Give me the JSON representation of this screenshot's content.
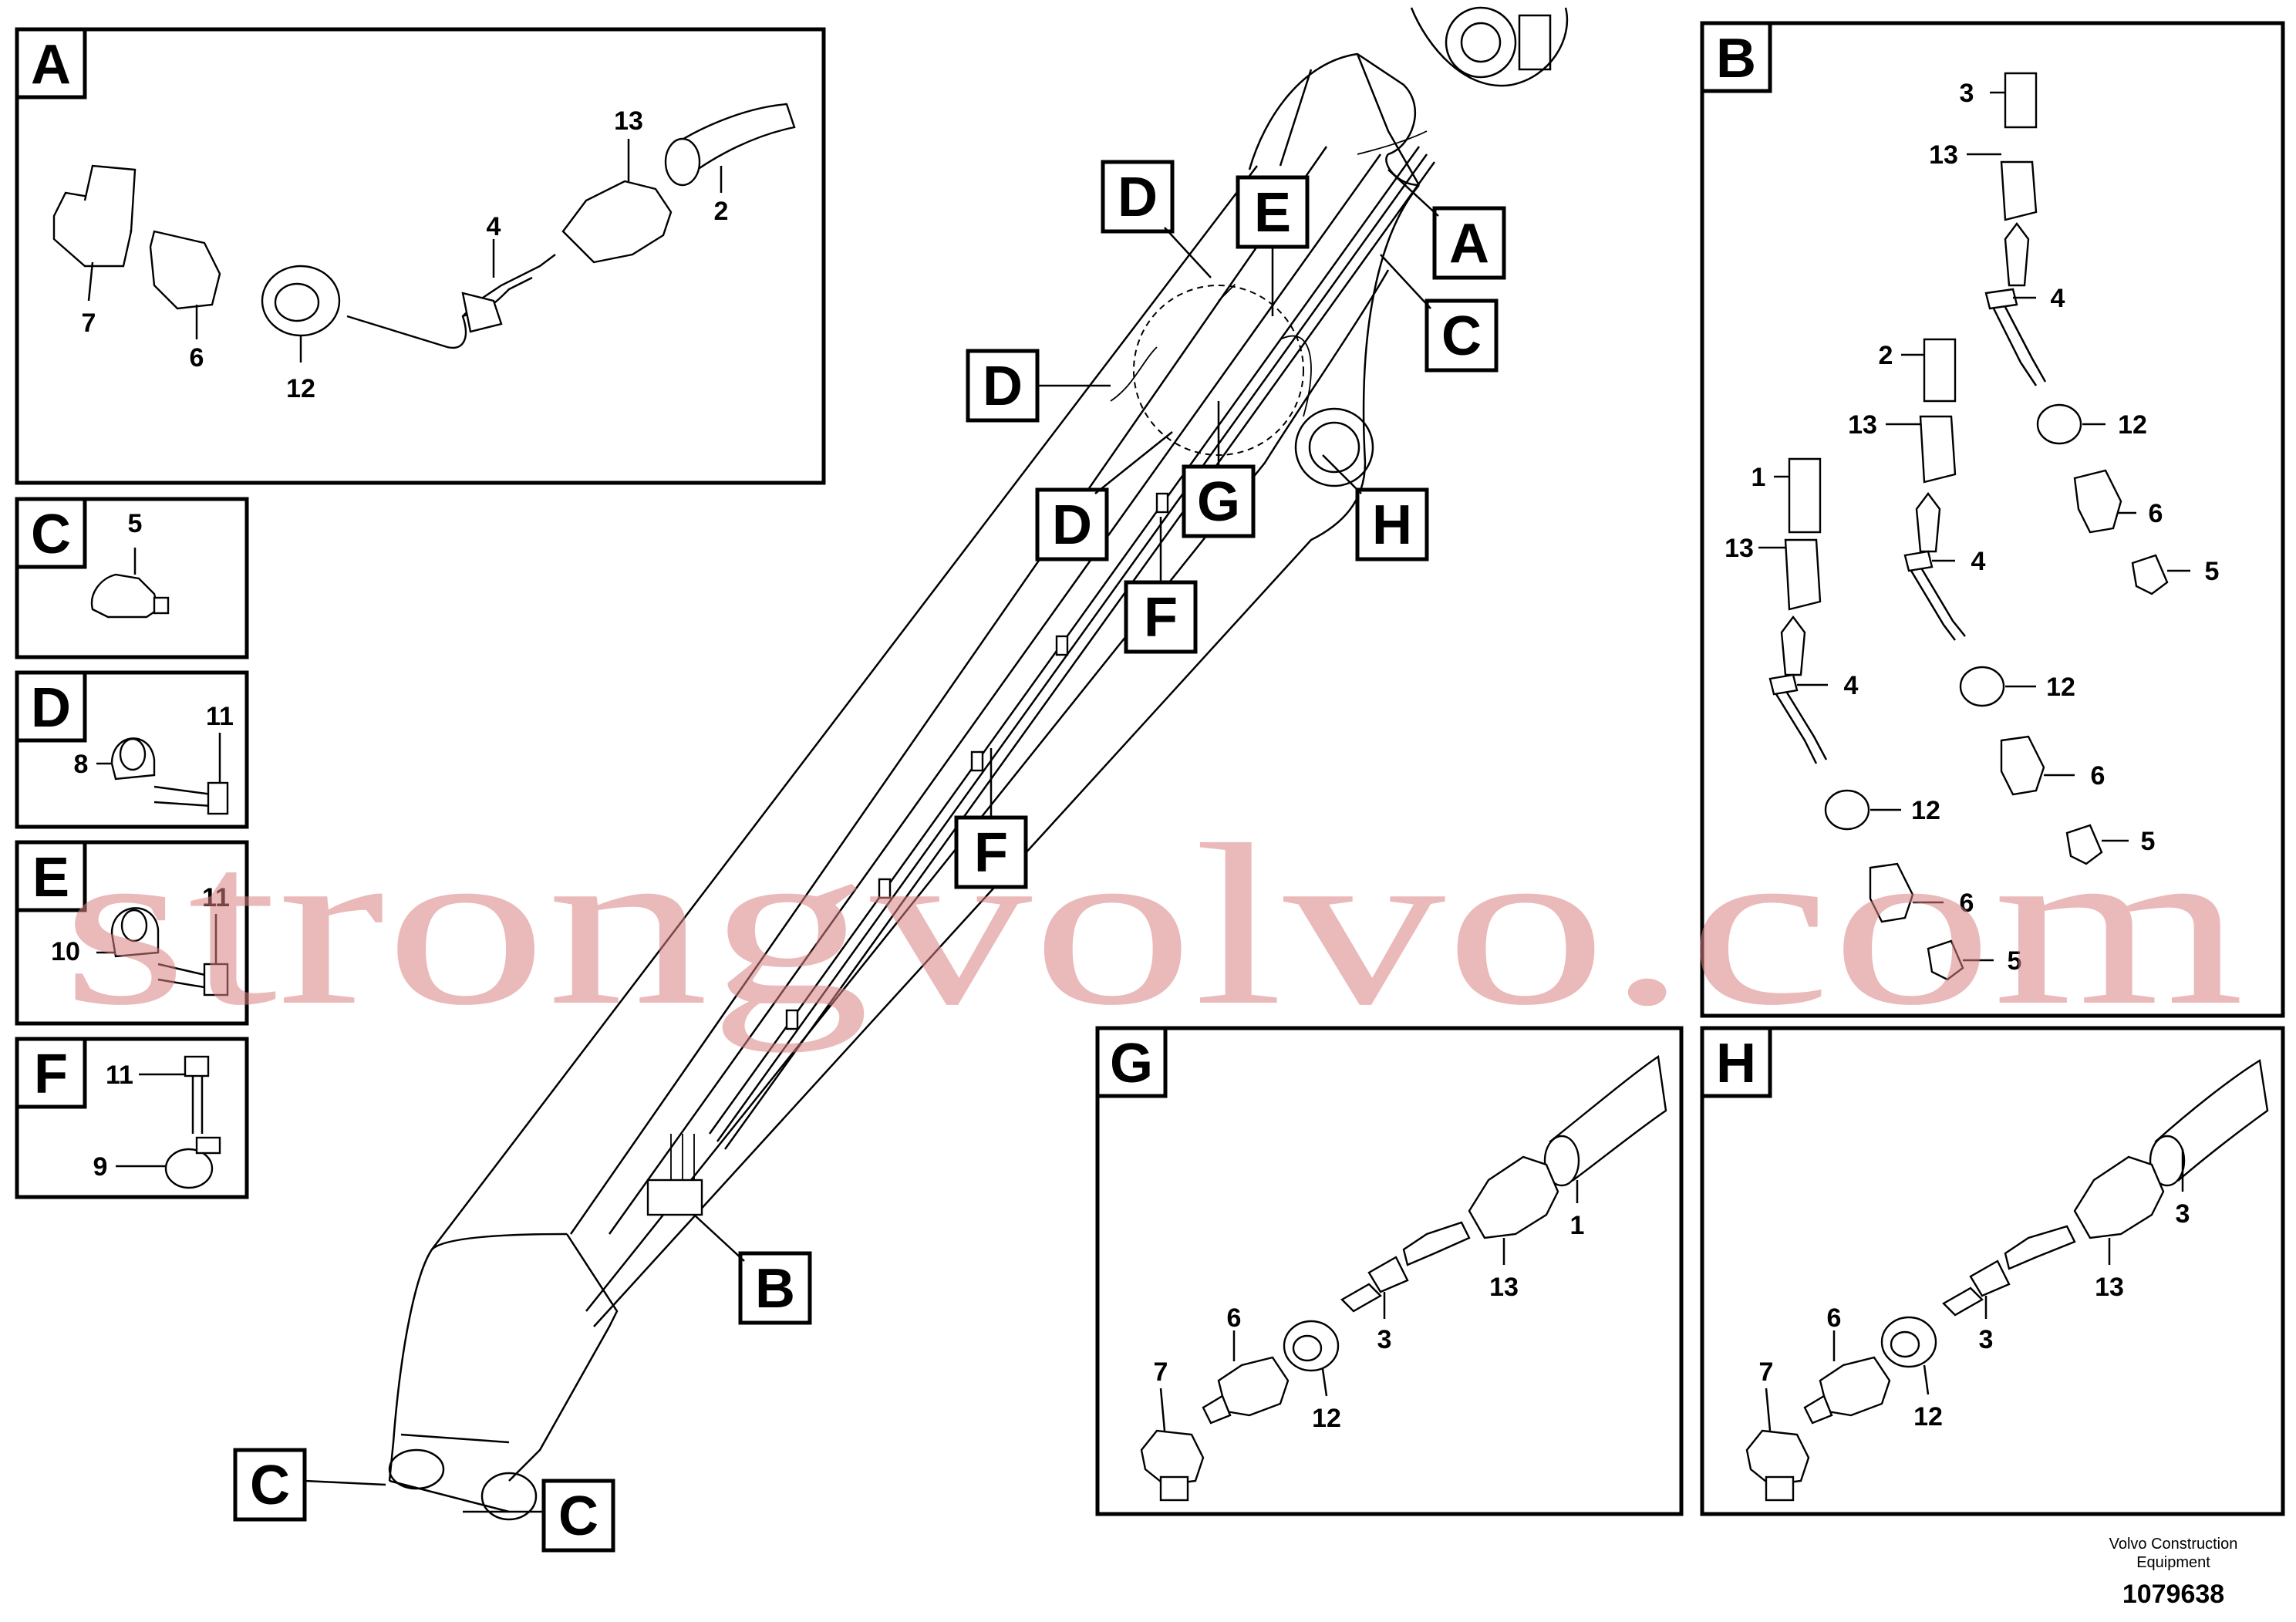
{
  "callouts": {
    "A": "A",
    "B": "B",
    "C": "C",
    "D": "D",
    "E": "E",
    "F": "F",
    "G": "G",
    "H": "H"
  },
  "parts": {
    "p1": "1",
    "p2": "2",
    "p3": "3",
    "p4": "4",
    "p5": "5",
    "p6": "6",
    "p7": "7",
    "p8": "8",
    "p9": "9",
    "p10": "10",
    "p11": "11",
    "p12": "12",
    "p13": "13"
  },
  "watermark": "strongvolvo.com",
  "footer": {
    "brand_line1": "Volvo Construction",
    "brand_line2": "Equipment",
    "drawing_number": "1079638"
  }
}
